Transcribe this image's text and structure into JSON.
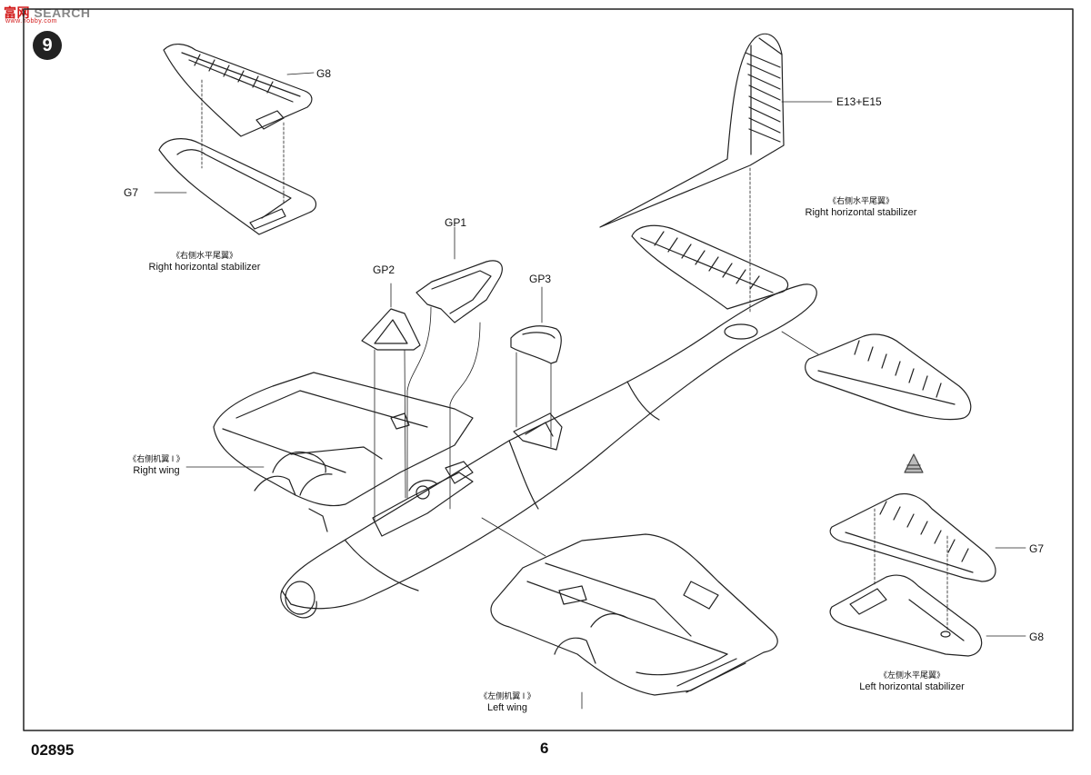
{
  "watermark": {
    "text": "SEARCH",
    "cn": "富",
    "cn2": "网",
    "url": "www.hobby.com"
  },
  "step_number": "9",
  "labels": {
    "g8_top": "G8",
    "g7_top": "G7",
    "e13_e15": "E13+E15",
    "gp1": "GP1",
    "gp2": "GP2",
    "gp3": "GP3",
    "g7_right": "G7",
    "g8_right": "G8"
  },
  "captions": {
    "right_stab_left": {
      "zh": "《右侧水平尾翼》",
      "en": "Right horizontal stabilizer"
    },
    "right_stab_right": {
      "zh": "《右侧水平尾翼》",
      "en": "Right horizontal stabilizer"
    },
    "right_wing": {
      "zh": "《右侧机翼 I 》",
      "en": "Right wing"
    },
    "left_wing": {
      "zh": "《左侧机翼 I 》",
      "en": "Left wing"
    },
    "left_stab": {
      "zh": "《左侧水平尾翼》",
      "en": "Left horizontal stabilizer"
    }
  },
  "footer": {
    "code": "02895",
    "page": "6"
  },
  "colors": {
    "line": "#222222",
    "paper": "#ffffff"
  }
}
